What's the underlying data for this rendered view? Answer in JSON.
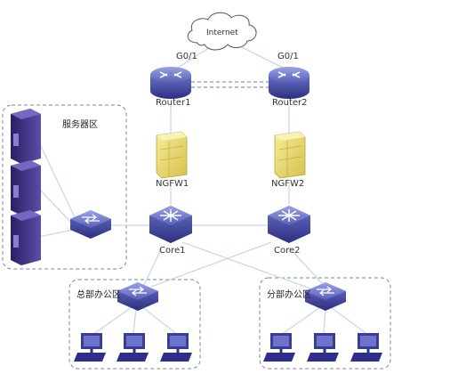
{
  "labels": {
    "internet": "Internet",
    "g01_left": "G0/1",
    "g01_right": "G0/1",
    "router1": "Router1",
    "router2": "Router2",
    "ngfw1": "NGFW1",
    "ngfw2": "NGFW2",
    "core1": "Core1",
    "core2": "Core2",
    "server_zone": "服务器区",
    "hq_office": "总部办公区",
    "branch_office": "分部办公区"
  },
  "colors": {
    "router": "#3a3f9a",
    "switch": "#3f469e",
    "firewall": "#e8dc6e",
    "server": "#3b2c7a",
    "pc": "#2e2f8a",
    "link": "#c8d8ec",
    "zone_border": "#7a8896"
  }
}
